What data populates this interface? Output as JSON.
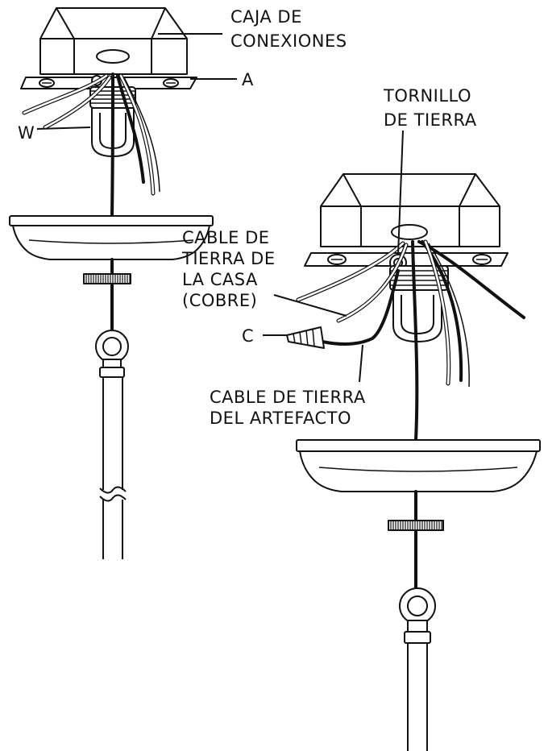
{
  "labels": {
    "junction_box": [
      "CAJA DE",
      "CONEXIONES"
    ],
    "a": "A",
    "w": "W",
    "ground_screw": [
      "TORNILLO",
      "DE TIERRA"
    ],
    "house_ground": [
      "CABLE DE",
      "TIERRA DE",
      "LA CASA",
      "(COBRE)"
    ],
    "c": "C",
    "fixture_ground": [
      "CABLE DE TIERRA",
      "DEL ARTEFACTO"
    ]
  }
}
